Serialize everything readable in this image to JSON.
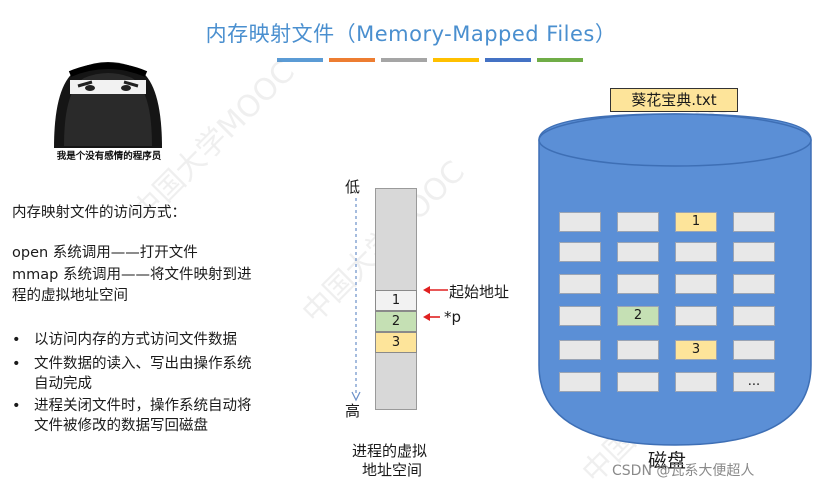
{
  "title": "内存映射文件（Memory-Mapped Files）",
  "title_bar_colors": [
    "#5b9bd5",
    "#ed7d31",
    "#a5a5a5",
    "#ffc000",
    "#4472c4",
    "#70ad47"
  ],
  "meme_caption": "我是个没有感情的程序员",
  "access_heading": "内存映射文件的访问方式：",
  "open_line": "open 系统调用——打开文件",
  "mmap_line1": "mmap 系统调用——将文件映射到进",
  "mmap_line2": "程的虚拟地址空间",
  "bullets": [
    {
      "line1": "以访问内存的方式访问文件数据",
      "line2": ""
    },
    {
      "line1": "文件数据的读入、写出由操作系统",
      "line2": "自动完成"
    },
    {
      "line1": "进程关闭文件时，操作系统自动将",
      "line2": "文件被修改的数据写回磁盘"
    }
  ],
  "bullet_symbol": "•",
  "address_space": {
    "low_label": "低",
    "high_label": "高",
    "caption_line1": "进程的虚拟",
    "caption_line2": "地址空间",
    "start_label": "起始地址",
    "pointer_label": "*p",
    "cells": [
      {
        "label": "1",
        "color": "#f2f2f2"
      },
      {
        "label": "2",
        "color": "#c5e0b4"
      },
      {
        "label": "3",
        "color": "#fde49a"
      }
    ]
  },
  "disk": {
    "file_name": "葵花宝典.txt",
    "label": "磁盘",
    "body_color": "#5b8fd6",
    "labeled_cells": {
      "r0c2": {
        "label": "1",
        "color": "#fde49a"
      },
      "r3c1": {
        "label": "2",
        "color": "#c5e0b4"
      },
      "r4c2": {
        "label": "3",
        "color": "#fde49a"
      },
      "r5c3": {
        "label": "...",
        "color": "#e8e8e8"
      }
    }
  },
  "watermark": "中国大学MOOC",
  "credit": "CSDN @瓦系大便超人"
}
